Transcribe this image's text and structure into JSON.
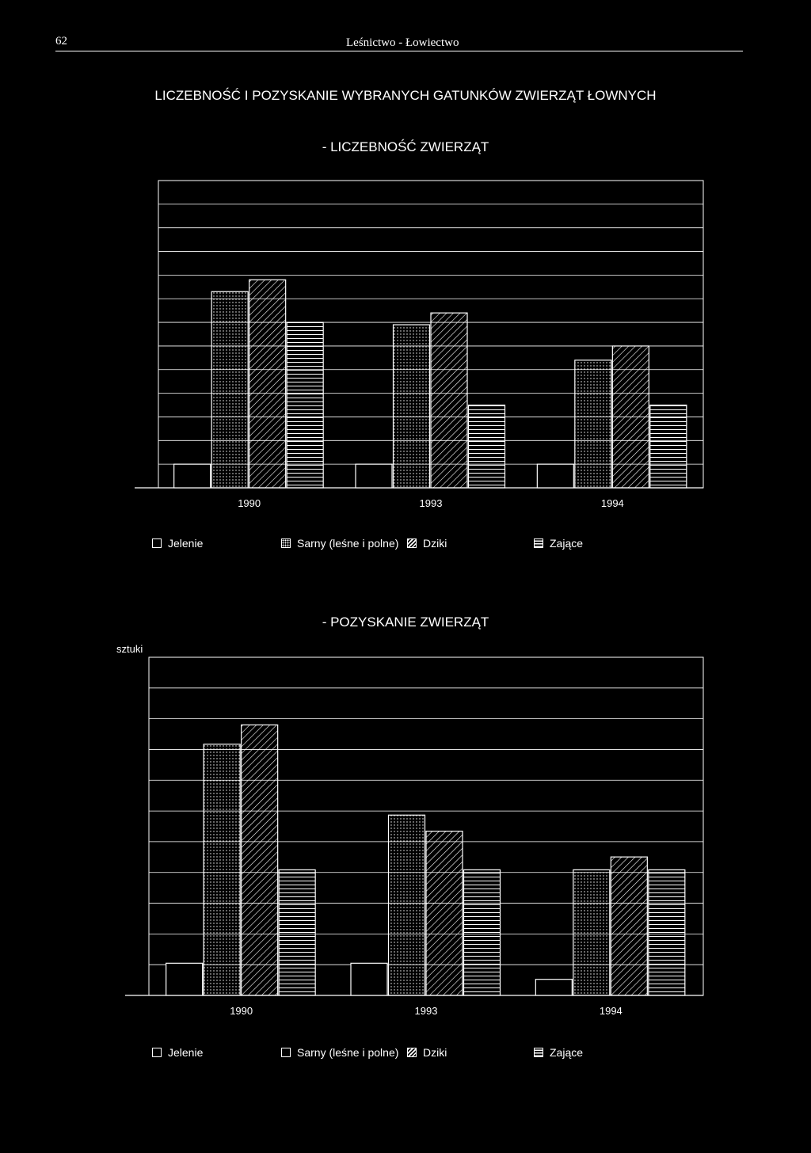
{
  "page": {
    "number": "62",
    "header": "Leśnictwo - Łowiectwo"
  },
  "main_title": "LICZEBNOŚĆ I POZYSKANIE WYBRANYCH GATUNKÓW ZWIERZĄT ŁOWNYCH",
  "chart_data": [
    {
      "type": "bar",
      "title": "- LICZEBNOŚĆ ZWIERZĄT",
      "categories": [
        "1990",
        "1993",
        "1994"
      ],
      "series": [
        {
          "name": "Jelenie",
          "values": [
            1.0,
            1.0,
            1.0
          ],
          "pattern": "empty"
        },
        {
          "name": "Sarny (leśne i polne)",
          "values": [
            8.3,
            6.9,
            5.4
          ],
          "pattern": "dots"
        },
        {
          "name": "Dziki",
          "values": [
            8.8,
            7.4,
            6.0
          ],
          "pattern": "diagonal"
        },
        {
          "name": "Zające",
          "values": [
            7.0,
            3.5,
            3.5
          ],
          "pattern": "horizontal"
        }
      ],
      "ylim": [
        0,
        13
      ],
      "grid": true,
      "legend": "bottom"
    },
    {
      "type": "bar",
      "title": "- POZYSKANIE ZWIERZĄT",
      "ylabel": "sztuki",
      "categories": [
        "1990",
        "1993",
        "1994"
      ],
      "series": [
        {
          "name": "Jelenie",
          "values": [
            1.0,
            1.0,
            0.5
          ],
          "pattern": "empty"
        },
        {
          "name": "Sarny (leśne i polne)",
          "values": [
            7.8,
            5.6,
            3.9
          ],
          "pattern": "dots"
        },
        {
          "name": "Dziki",
          "values": [
            8.4,
            5.1,
            4.3
          ],
          "pattern": "diagonal"
        },
        {
          "name": "Zające",
          "values": [
            3.9,
            3.9,
            3.9
          ],
          "pattern": "horizontal"
        }
      ],
      "ylim": [
        0,
        10.5
      ],
      "grid": true,
      "legend": "bottom"
    }
  ],
  "colors": {
    "background": "#000000",
    "foreground": "#ffffff"
  }
}
